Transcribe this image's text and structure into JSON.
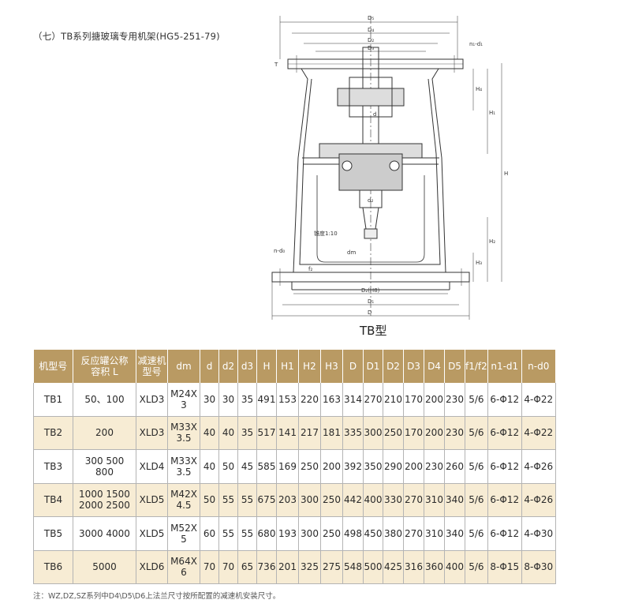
{
  "title": "（七）TB系列搪玻璃专用机架(HG5-251-79)",
  "drawing": {
    "caption": "TB型",
    "labels": {
      "D5": "D₅",
      "D4": "D₄",
      "D2": "D₂",
      "D3": "D₃",
      "n1d1": "n₁-d₁",
      "T": "T",
      "H4": "H₄",
      "H1": "H₁",
      "H": "H",
      "H2": "H₂",
      "H3": "H₃",
      "d": "d",
      "d2": "d₂",
      "taper": "锥度1:10",
      "dm": "dm",
      "nd0": "n-d₀",
      "f2": "f₂",
      "D2H8": "D₂(H8)",
      "D1": "D₁",
      "D": "D"
    }
  },
  "table": {
    "headers": [
      [
        "机型号"
      ],
      [
        "反应罐公称",
        "容积 L"
      ],
      [
        "减速机",
        "型号"
      ],
      [
        "dm"
      ],
      [
        "d"
      ],
      [
        "d2"
      ],
      [
        "d3"
      ],
      [
        "H"
      ],
      [
        "H1"
      ],
      [
        "H2"
      ],
      [
        "H3"
      ],
      [
        "D"
      ],
      [
        "D1"
      ],
      [
        "D2"
      ],
      [
        "D3"
      ],
      [
        "D4"
      ],
      [
        "D5"
      ],
      [
        "f1/f2"
      ],
      [
        "n1-d1"
      ],
      [
        "n-d0"
      ]
    ],
    "rows": [
      [
        [
          "TB1"
        ],
        [
          "50、100"
        ],
        [
          "XLD3"
        ],
        [
          "M24X",
          "3"
        ],
        [
          "30"
        ],
        [
          "30"
        ],
        [
          "35"
        ],
        [
          "491"
        ],
        [
          "153"
        ],
        [
          "220"
        ],
        [
          "163"
        ],
        [
          "314"
        ],
        [
          "270"
        ],
        [
          "210"
        ],
        [
          "170"
        ],
        [
          "200"
        ],
        [
          "230"
        ],
        [
          "5/6"
        ],
        [
          "6-Φ12"
        ],
        [
          "4-Φ22"
        ]
      ],
      [
        [
          "TB2"
        ],
        [
          "200"
        ],
        [
          "XLD3"
        ],
        [
          "M33X",
          "3.5"
        ],
        [
          "40"
        ],
        [
          "40"
        ],
        [
          "35"
        ],
        [
          "517"
        ],
        [
          "141"
        ],
        [
          "217"
        ],
        [
          "181"
        ],
        [
          "335"
        ],
        [
          "300"
        ],
        [
          "250"
        ],
        [
          "170"
        ],
        [
          "200"
        ],
        [
          "230"
        ],
        [
          "5/6"
        ],
        [
          "6-Φ12"
        ],
        [
          "4-Φ22"
        ]
      ],
      [
        [
          "TB3"
        ],
        [
          "300   500",
          "800"
        ],
        [
          "XLD4"
        ],
        [
          "M33X",
          "3.5"
        ],
        [
          "40"
        ],
        [
          "50"
        ],
        [
          "45"
        ],
        [
          "585"
        ],
        [
          "169"
        ],
        [
          "250"
        ],
        [
          "200"
        ],
        [
          "392"
        ],
        [
          "350"
        ],
        [
          "290"
        ],
        [
          "200"
        ],
        [
          "230"
        ],
        [
          "260"
        ],
        [
          "5/6"
        ],
        [
          "6-Φ12"
        ],
        [
          "4-Φ26"
        ]
      ],
      [
        [
          "TB4"
        ],
        [
          "1000  1500",
          "2000  2500"
        ],
        [
          "XLD5"
        ],
        [
          "M42X",
          "4.5"
        ],
        [
          "50"
        ],
        [
          "55"
        ],
        [
          "55"
        ],
        [
          "675"
        ],
        [
          "203"
        ],
        [
          "300"
        ],
        [
          "250"
        ],
        [
          "442"
        ],
        [
          "400"
        ],
        [
          "330"
        ],
        [
          "270"
        ],
        [
          "310"
        ],
        [
          "340"
        ],
        [
          "5/6"
        ],
        [
          "6-Φ12"
        ],
        [
          "4-Φ26"
        ]
      ],
      [
        [
          "TB5"
        ],
        [
          "3000   4000"
        ],
        [
          "XLD5"
        ],
        [
          "M52X",
          "5"
        ],
        [
          "60"
        ],
        [
          "55"
        ],
        [
          "55"
        ],
        [
          "680"
        ],
        [
          "193"
        ],
        [
          "300"
        ],
        [
          "250"
        ],
        [
          "498"
        ],
        [
          "450"
        ],
        [
          "380"
        ],
        [
          "270"
        ],
        [
          "310"
        ],
        [
          "340"
        ],
        [
          "5/6"
        ],
        [
          "6-Φ12"
        ],
        [
          "4-Φ30"
        ]
      ],
      [
        [
          "TB6"
        ],
        [
          "5000"
        ],
        [
          "XLD6"
        ],
        [
          "M64X",
          "6"
        ],
        [
          "70"
        ],
        [
          "70"
        ],
        [
          "65"
        ],
        [
          "736"
        ],
        [
          "201"
        ],
        [
          "325"
        ],
        [
          "275"
        ],
        [
          "548"
        ],
        [
          "500"
        ],
        [
          "425"
        ],
        [
          "316"
        ],
        [
          "360"
        ],
        [
          "400"
        ],
        [
          "5/6"
        ],
        [
          "8-Φ15"
        ],
        [
          "8-Φ30"
        ]
      ]
    ]
  },
  "footnote": "注：WZ,DZ,SZ系列中D4\\D5\\D6上法兰尺寸按所配置的减速机安装尺寸。",
  "colors": {
    "header_bg": "#b99a63",
    "alt_row_bg": "#f7ecd4",
    "border": "#b4b4b4"
  }
}
